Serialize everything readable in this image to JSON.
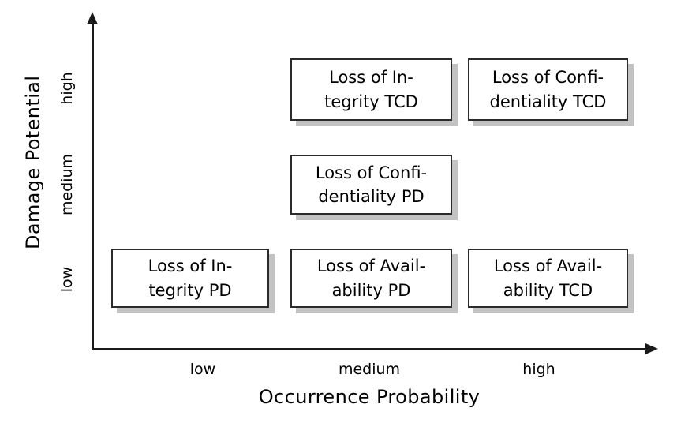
{
  "chart_data": {
    "type": "table",
    "title": "",
    "xlabel": "Occurrence Probability",
    "ylabel": "Damage Potential",
    "x_categories": [
      "low",
      "medium",
      "high"
    ],
    "y_categories": [
      "low",
      "medium",
      "high"
    ],
    "grid": false,
    "legend": "none",
    "cells": [
      {
        "x": "medium",
        "y": "high",
        "label": "Loss of Integrity TCD",
        "line1": "Loss of In-",
        "line2": "tegrity TCD"
      },
      {
        "x": "high",
        "y": "high",
        "label": "Loss of Confidentiality TCD",
        "line1": "Loss of Confi-",
        "line2": "dentiality TCD"
      },
      {
        "x": "medium",
        "y": "medium",
        "label": "Loss of Confidentiality PD",
        "line1": "Loss of Confi-",
        "line2": "dentiality PD"
      },
      {
        "x": "low",
        "y": "low",
        "label": "Loss of Integrity PD",
        "line1": "Loss of In-",
        "line2": "tegrity PD"
      },
      {
        "x": "medium",
        "y": "low",
        "label": "Loss of Availability PD",
        "line1": "Loss of Avail-",
        "line2": "ability PD"
      },
      {
        "x": "high",
        "y": "low",
        "label": "Loss of Availability TCD",
        "line1": "Loss of Avail-",
        "line2": "ability TCD"
      }
    ]
  },
  "axes": {
    "y": {
      "title": "Damage Potential",
      "ticks": {
        "high": "high",
        "medium": "medium",
        "low": "low"
      },
      "arrow_icon": "arrow-up-icon"
    },
    "x": {
      "title": "Occurrence Probability",
      "ticks": {
        "low": "low",
        "medium": "medium",
        "high": "high"
      },
      "arrow_icon": "arrow-right-icon"
    }
  },
  "colors": {
    "axis": "#1a1a1a",
    "box_border": "#2b2b2b",
    "box_fill": "#ffffff",
    "box_shadow": "#c3c3c3",
    "text": "#000000",
    "background": "#ffffff"
  }
}
